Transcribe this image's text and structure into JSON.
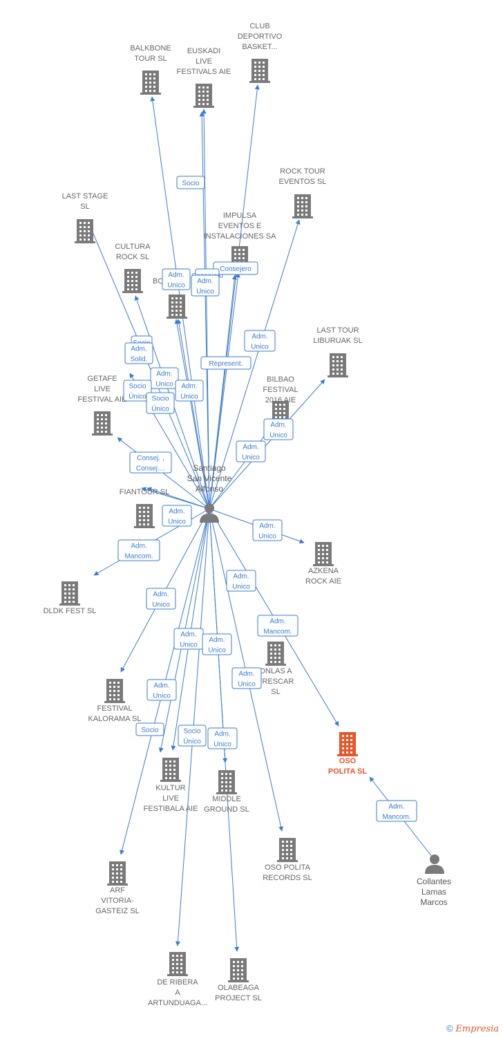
{
  "companies": [
    {
      "id": "balkbone",
      "label": [
        "BALKBONE",
        "TOUR  SL"
      ]
    },
    {
      "id": "euskadi",
      "label": [
        "EUSKADI",
        "LIVE",
        "FESTIVALS  AIE"
      ]
    },
    {
      "id": "club",
      "label": [
        "CLUB",
        "DEPORTIVO",
        "BASKET..."
      ]
    },
    {
      "id": "rocktour",
      "label": [
        "ROCK TOUR",
        "EVENTOS SL"
      ]
    },
    {
      "id": "laststage",
      "label": [
        "LAST STAGE",
        "SL"
      ]
    },
    {
      "id": "impulsa",
      "label": [
        "IMPULSA",
        "EVENTOS E",
        "INSTALACIONES SA"
      ]
    },
    {
      "id": "cultura",
      "label": [
        "CULTURA",
        "ROCK  SL"
      ]
    },
    {
      "id": "bo",
      "label": [
        "BO"
      ]
    },
    {
      "id": "lasttour",
      "label": [
        "LAST TOUR",
        "LIBURUAK  SL"
      ]
    },
    {
      "id": "getafe",
      "label": [
        "GETAFE",
        "LIVE",
        "FESTIVAL  AIE"
      ]
    },
    {
      "id": "bilbao",
      "label": [
        "BILBAO",
        "FESTIVAL",
        "2016  AIE"
      ]
    },
    {
      "id": "fiantour",
      "label": [
        "FIANTOUR SL"
      ]
    },
    {
      "id": "azkena",
      "label": [
        "AZKENA",
        "ROCK  AIE"
      ]
    },
    {
      "id": "dldk",
      "label": [
        "DLDK FEST  SL"
      ]
    },
    {
      "id": "onlas",
      "label": [
        "ONLAS A",
        "FRESCAR",
        "SL"
      ]
    },
    {
      "id": "kalorama",
      "label": [
        "FESTIVAL",
        "KALORAMA  SL"
      ]
    },
    {
      "id": "osopolita",
      "label": [
        "OSO",
        "POLITA  SL"
      ],
      "highlight": true
    },
    {
      "id": "kultur",
      "label": [
        "KULTUR",
        "LIVE",
        "FESTIBALA  AIE"
      ]
    },
    {
      "id": "middle",
      "label": [
        "MIDDLE",
        "GROUND  SL"
      ]
    },
    {
      "id": "records",
      "label": [
        "OSO POLITA",
        "RECORDS  SL"
      ]
    },
    {
      "id": "arf",
      "label": [
        "ARF",
        "VITORIA-",
        "GASTEIZ SL"
      ]
    },
    {
      "id": "ribera",
      "label": [
        "DE RIBERA",
        "A",
        "ARTUNDUAGA..."
      ]
    },
    {
      "id": "olabeaga",
      "label": [
        "OLABEAGA",
        "PROJECT  SL"
      ]
    }
  ],
  "persons": [
    {
      "id": "santiago",
      "label": [
        "Santiago",
        "San Vicente",
        "Alfonso"
      ]
    },
    {
      "id": "collantes",
      "label": [
        "Collantes",
        "Lamas",
        "Marcos"
      ]
    }
  ],
  "relations": [
    {
      "id": "r_socio_top",
      "label": [
        "Socio"
      ]
    },
    {
      "id": "r_consejero",
      "label": [
        "Consejero"
      ]
    },
    {
      "id": "r_cons_hidden",
      "label": [
        "Consejero"
      ]
    },
    {
      "id": "r_adm_a",
      "label": [
        "Adm.",
        "Unico"
      ]
    },
    {
      "id": "r_adm_b",
      "label": [
        "Adm.",
        "Unico"
      ]
    },
    {
      "id": "r_adm_rock",
      "label": [
        "Adm.",
        "Unico"
      ]
    },
    {
      "id": "r_represent",
      "label": [
        "Represent."
      ]
    },
    {
      "id": "r_socio_c",
      "label": [
        "Socio"
      ]
    },
    {
      "id": "r_adm_solid",
      "label": [
        "Adm.",
        "Solid."
      ]
    },
    {
      "id": "r_adm_c",
      "label": [
        "Adm.",
        "Unico"
      ]
    },
    {
      "id": "r_socio_unico_a",
      "label": [
        "Socio",
        "Único"
      ]
    },
    {
      "id": "r_socio_unico_b",
      "label": [
        "Socio",
        "Único"
      ]
    },
    {
      "id": "r_adm_d",
      "label": [
        "Adm.",
        "Unico"
      ]
    },
    {
      "id": "r_adm_bilbao1",
      "label": [
        "Adm.",
        "Unico"
      ]
    },
    {
      "id": "r_adm_bilbao2",
      "label": [
        "Adm.",
        "Unico"
      ]
    },
    {
      "id": "r_consej",
      "label": [
        "Consej. ,",
        "Consej...."
      ]
    },
    {
      "id": "r_adm_fian",
      "label": [
        "Adm.",
        "Unico"
      ]
    },
    {
      "id": "r_adm_azk",
      "label": [
        "Adm.",
        "Unico"
      ]
    },
    {
      "id": "r_mancom_dldk",
      "label": [
        "Adm.",
        "Mancom."
      ]
    },
    {
      "id": "r_adm_kal",
      "label": [
        "Adm.",
        "Unico"
      ]
    },
    {
      "id": "r_adm_onlas",
      "label": [
        "Adm.",
        "Unico"
      ]
    },
    {
      "id": "r_mancom_oso",
      "label": [
        "Adm.",
        "Mancom."
      ]
    },
    {
      "id": "r_adm_e",
      "label": [
        "Adm.",
        "Unico"
      ]
    },
    {
      "id": "r_adm_f",
      "label": [
        "Adm.",
        "Unico"
      ]
    },
    {
      "id": "r_adm_rec",
      "label": [
        "Adm.",
        "Unico"
      ]
    },
    {
      "id": "r_adm_kul",
      "label": [
        "Adm.",
        "Unico"
      ]
    },
    {
      "id": "r_socio_arf",
      "label": [
        "Socio"
      ]
    },
    {
      "id": "r_socio_unico_c",
      "label": [
        "Socio",
        "Único"
      ]
    },
    {
      "id": "r_adm_mid",
      "label": [
        "Adm.",
        "Unico"
      ]
    },
    {
      "id": "r_mancom_col",
      "label": [
        "Adm.",
        "Mancom."
      ]
    }
  ],
  "colors": {
    "edge": "#3a7bd5",
    "building": "#7a7a7a",
    "highlight": "#e8542a",
    "person": "#7a7a7a"
  },
  "footer": {
    "copyright": "©",
    "brand": "Empresia"
  }
}
